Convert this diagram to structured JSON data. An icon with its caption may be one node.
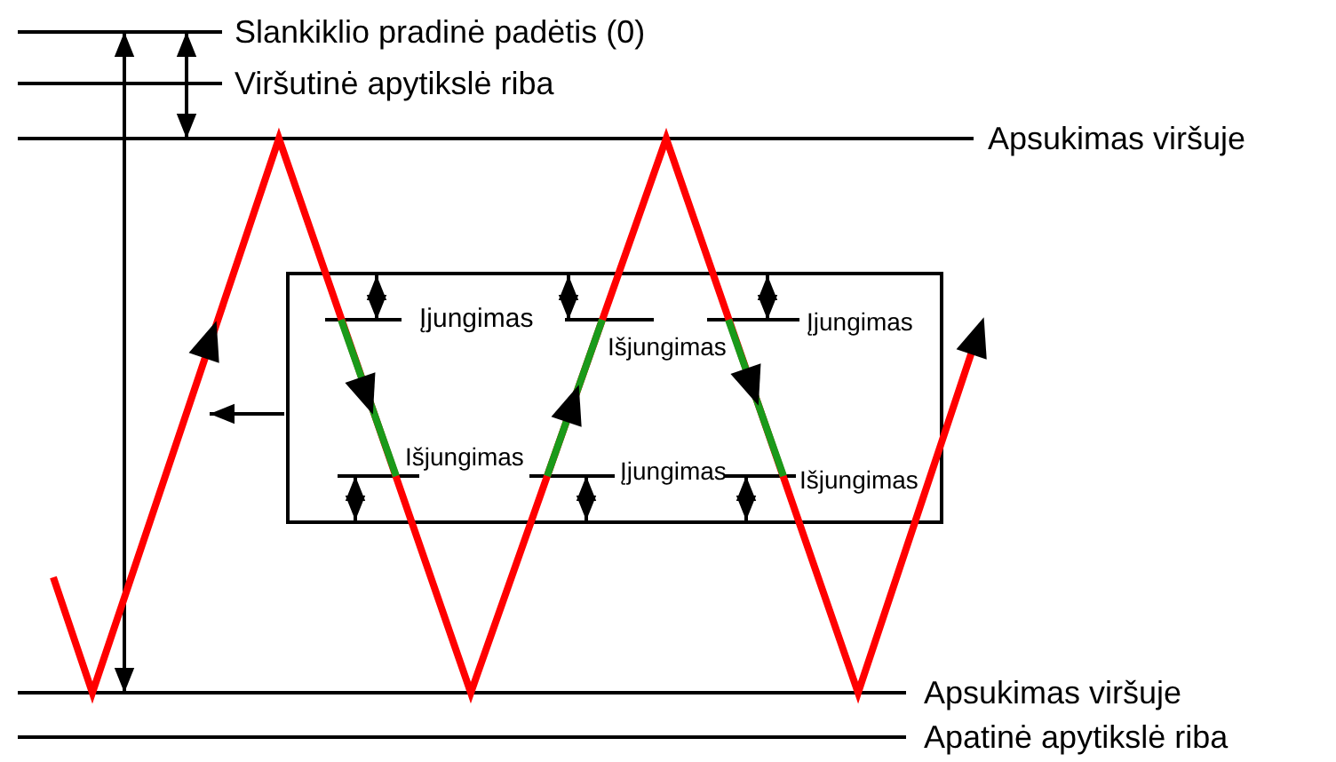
{
  "diagram": {
    "labels": [
      "Slankiklio pradinė padėtis (0)",
      "Viršutinė apytikslė riba",
      "Apsukimas viršuje",
      "Įjungimas",
      "Išjungimas",
      "Įjungimas",
      "Išjungimas",
      "Įjungimas",
      "Išjungimas",
      "Apsukimas viršuje",
      "Apatinė apytikslė riba"
    ]
  }
}
